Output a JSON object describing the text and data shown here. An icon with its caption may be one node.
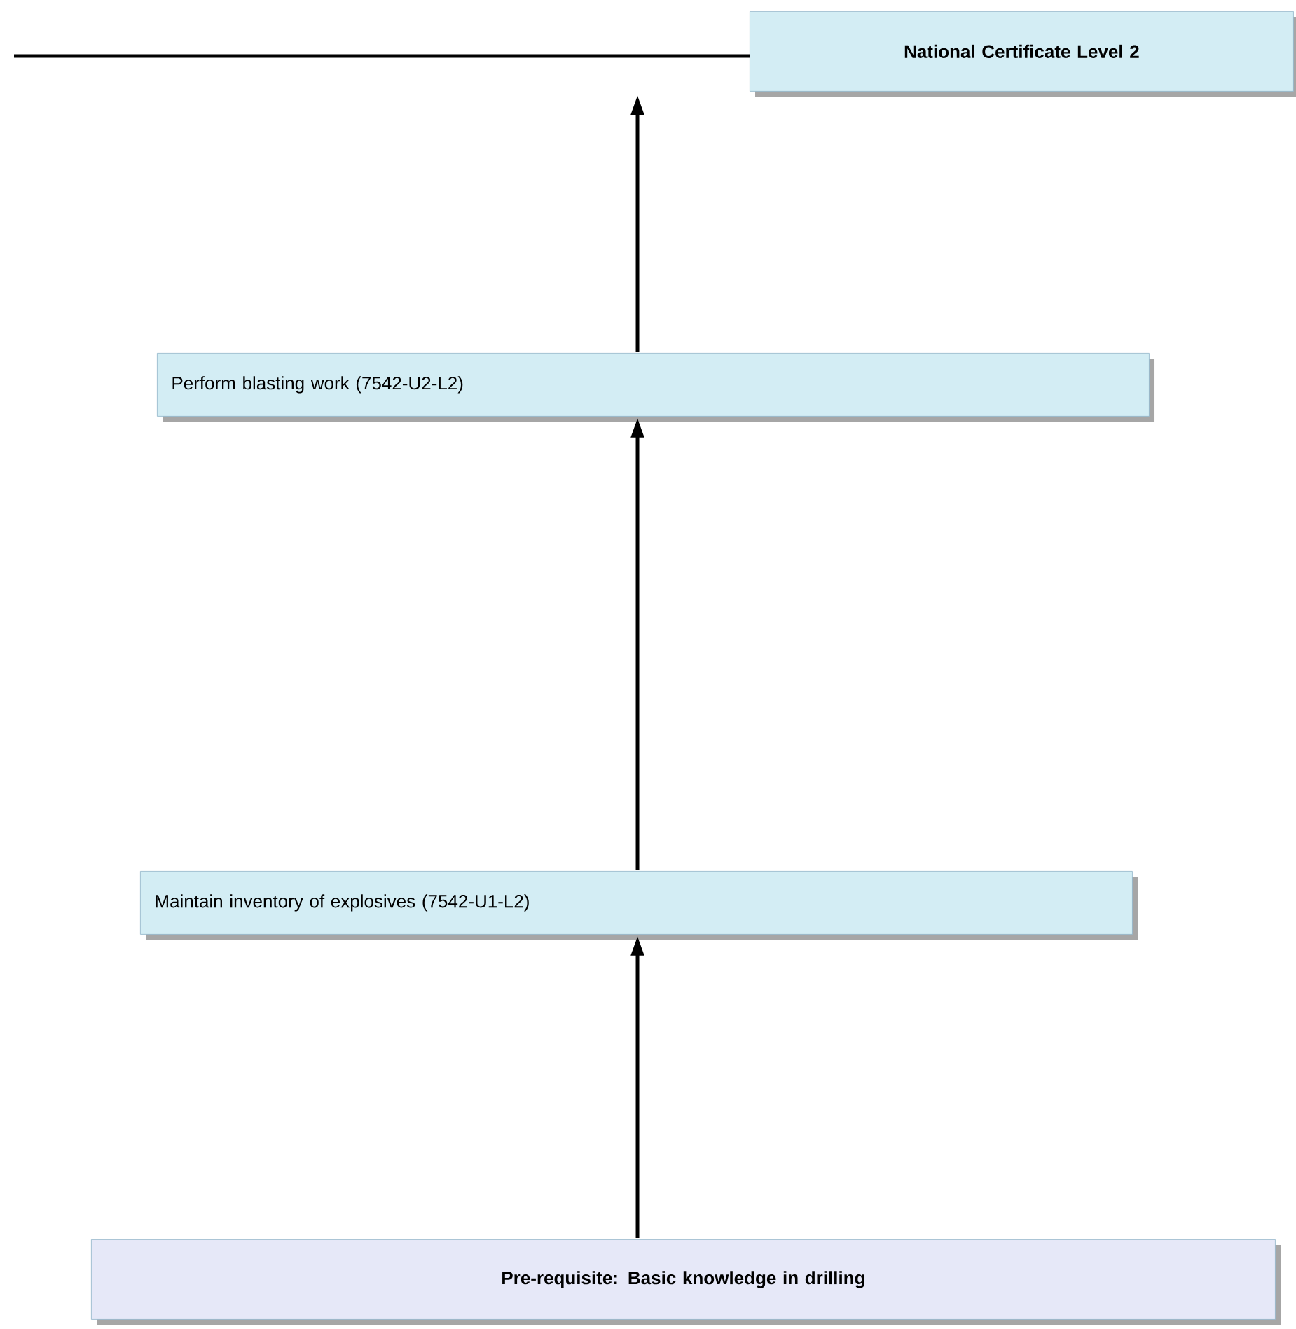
{
  "diagram": {
    "nodes": [
      {
        "text": [
          "National Certificate Level 2"
        ]
      },
      {
        "text": [
          "Perform blasting work (7542-U2-L2)"
        ]
      },
      {
        "text": [
          "Maintain inventory of explosives (7542-U1-L2)"
        ]
      },
      {
        "text": [
          "Pre-requisite: Basic knowledge in drilling"
        ]
      }
    ],
    "edges": [
      {
        "from": null,
        "to": 0,
        "arrow": "none"
      },
      {
        "from": 1,
        "to": null,
        "arrow": "to"
      },
      {
        "from": 2,
        "to": 1,
        "arrow": "to"
      },
      {
        "from": 3,
        "to": 2,
        "arrow": "to"
      }
    ]
  }
}
